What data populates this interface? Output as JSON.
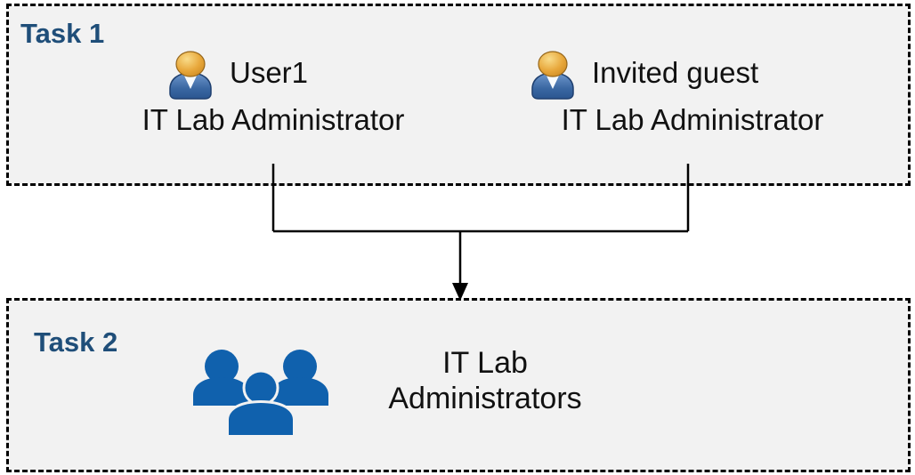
{
  "task1": {
    "label": "Task 1",
    "users": [
      {
        "name": "User1",
        "role": "IT Lab Administrator"
      },
      {
        "name": "Invited guest",
        "role": "IT Lab Administrator"
      }
    ]
  },
  "task2": {
    "label": "Task 2",
    "group_name_line1": "IT Lab",
    "group_name_line2": "Administrators"
  },
  "icons": {
    "person": "person-icon",
    "group": "people-group-icon",
    "connector": "merge-arrow-connector"
  },
  "colors": {
    "task_label": "#1F4E79",
    "box_background": "#F2F2F2",
    "box_border": "#000000",
    "connector_line": "#000000",
    "body_text": "#111111",
    "group_icon_blue": "#1061AD",
    "person_head_gold": "#E8A83C",
    "person_body_blue": "#3A67A2"
  }
}
